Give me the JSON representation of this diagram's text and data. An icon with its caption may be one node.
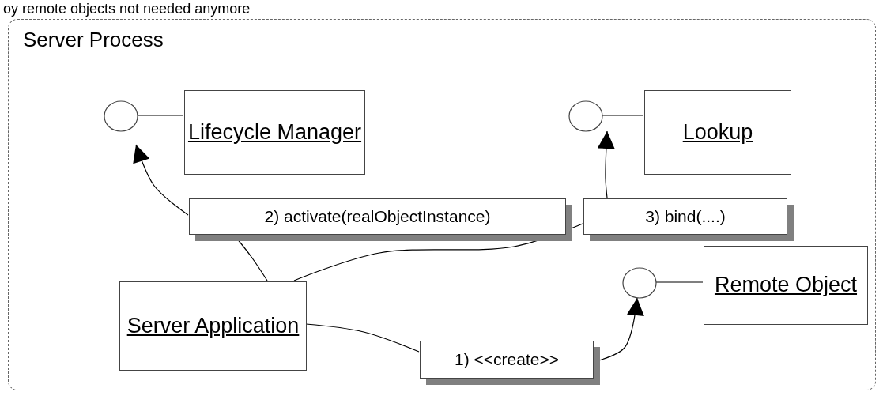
{
  "diagram": {
    "nodes": [
      {
        "text": [
          "Server Process"
        ]
      },
      {
        "text": [],
        "shape": "circle",
        "in": 0
      },
      {
        "text": [
          "Lifecycle Manager"
        ],
        "in": 0
      },
      {
        "text": [],
        "shape": "circle",
        "in": 0
      },
      {
        "text": [
          "Lookup"
        ],
        "in": 0
      },
      {
        "text": [],
        "shape": "circle",
        "in": 0
      },
      {
        "text": [
          "Remote Object"
        ],
        "in": 0
      },
      {
        "text": [
          "Server Application"
        ],
        "in": 0
      },
      {
        "text": [
          "2) activate(realObjectInstance)"
        ],
        "in": 0
      },
      {
        "text": [
          "3) bind(....)"
        ],
        "in": 0
      },
      {
        "text": [
          "1) <<create>>"
        ],
        "in": 0
      }
    ],
    "edges": [
      {
        "from": 1,
        "to": 2,
        "arrow": "none"
      },
      {
        "from": 3,
        "to": 4,
        "arrow": "none"
      },
      {
        "from": 5,
        "to": 6,
        "arrow": "none"
      },
      {
        "from": 7,
        "to": 8,
        "arrow": "none"
      },
      {
        "from": 8,
        "to": 1,
        "arrow": "to"
      },
      {
        "from": 7,
        "to": 9,
        "arrow": "none"
      },
      {
        "from": 9,
        "to": 3,
        "arrow": "to"
      },
      {
        "from": 7,
        "to": 10,
        "arrow": "none"
      },
      {
        "from": 10,
        "to": 5,
        "arrow": "to"
      }
    ],
    "labels": [
      "oy remote objects not needed anymore"
    ]
  }
}
